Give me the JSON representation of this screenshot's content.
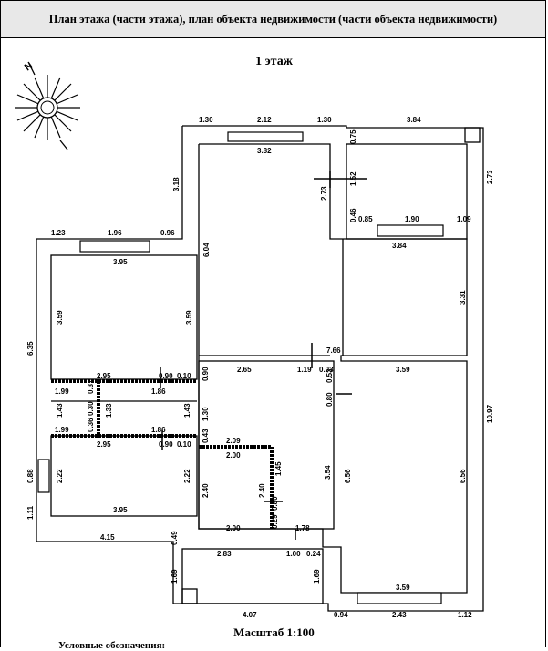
{
  "header": {
    "title": "План этажа (части этажа), план объекта недвижимости (части объекта недвижимости)"
  },
  "floor_label": "1 этаж",
  "scale_label": "Масштаб 1:100",
  "legend_label": "Условные обозначения:",
  "compass": {
    "north_label": "N"
  },
  "dims": {
    "d130a": "1.30",
    "d212": "2.12",
    "d130b": "1.30",
    "d384top": "3.84",
    "d382": "3.82",
    "d318": "3.18",
    "d273a": "2.73",
    "d075": "0.75",
    "d152": "1.52",
    "d273b": "2.73",
    "d046": "0.46",
    "d085": "0.85",
    "d190": "1.90",
    "d109": "1.09",
    "d123": "1.23",
    "d196": "1.96",
    "d096": "0.96",
    "d384b": "3.84",
    "d395a": "3.95",
    "d604": "6.04",
    "d359a": "3.59",
    "d359b": "3.59",
    "d635": "6.35",
    "d331": "3.31",
    "d766": "7.66",
    "d265": "2.65",
    "d119": "1.19",
    "d003": "0.03",
    "d053": "0.53",
    "d359c": "3.59",
    "d295a": "2.95",
    "d090a": "0.90",
    "d010a": "0.10",
    "d090b": "0.90",
    "d199a": "1.99",
    "d037": "0.37",
    "d186a": "1.86",
    "d143a": "1.43",
    "d030": "0.30",
    "d133": "1.33",
    "d143b": "1.43",
    "d130c": "1.30",
    "d080a": "0.80",
    "d199b": "1.99",
    "d036": "0.36",
    "d186b": "1.86",
    "d043": "0.43",
    "d295b": "2.95",
    "d090c": "0.90",
    "d010b": "0.10",
    "d209": "2.09",
    "d200a": "2.00",
    "d145": "1.45",
    "d354": "3.54",
    "d656a": "6.56",
    "d656b": "6.56",
    "d1097": "10.97",
    "d088": "0.88",
    "d222a": "2.22",
    "d222b": "2.22",
    "d240a": "2.40",
    "d240b": "2.40",
    "d080b": "0.80",
    "d029": "0.29",
    "d111": "1.11",
    "d395b": "3.95",
    "d200b": "2.00",
    "d178": "1.78",
    "d415": "4.15",
    "d049": "0.49",
    "d283": "2.83",
    "d100": "1.00",
    "d024": "0.24",
    "d169a": "1.69",
    "d169b": "1.69",
    "d359d": "3.59",
    "d407": "4.07",
    "d094": "0.94",
    "d243": "2.43",
    "d112": "1.12"
  }
}
